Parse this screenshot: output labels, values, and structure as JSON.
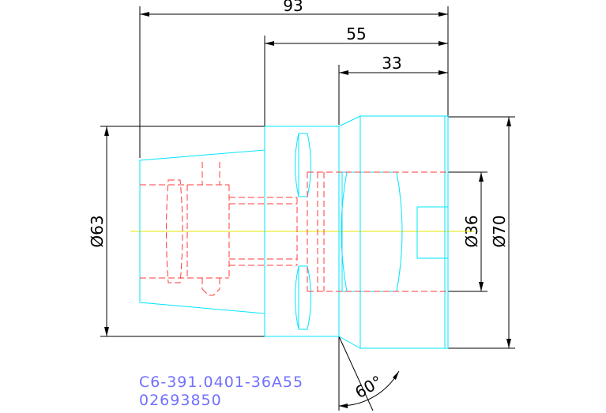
{
  "dimensions": {
    "overall_length": "93",
    "mid_length": "55",
    "front_length": "33",
    "shank_diameter": "Ø63",
    "bore_diameter": "Ø36",
    "body_diameter": "Ø70",
    "chamfer_angle": "60°"
  },
  "caption": {
    "part_number": "C6-391.0401-36A55",
    "order_number": "02693850"
  },
  "colors": {
    "outline": "#00e5ff",
    "hidden_lines": "#ff3b3b",
    "centerline": "#e6e600",
    "dimension_lines": "#000000",
    "caption_text": "#7070ff"
  }
}
